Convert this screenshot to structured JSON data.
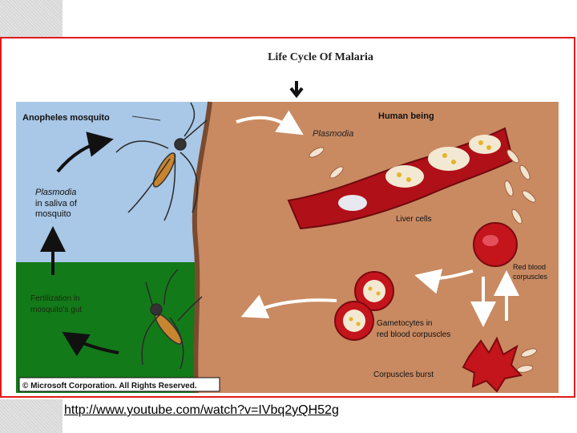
{
  "diagram": {
    "title": "Life Cycle Of Malaria",
    "labels": {
      "anopheles_mosquito": "Anopheles mosquito",
      "plasmodia_left_1": "Plasmodia",
      "plasmodia_left_2": "in saliva of",
      "plasmodia_left_3": "mosquito",
      "fertilization_1": "Fertilization in",
      "fertilization_2": "mosquito's gut",
      "plasmodia_top": "Plasmodia",
      "human_being": "Human being",
      "liver_cells": "Liver cells",
      "red_blood_1": "Red blood",
      "red_blood_2": "corpuscles",
      "gametocytes_1": "Gametocytes in",
      "gametocytes_2": "red blood corpuscles",
      "corpuscles_burst": "Corpuscles burst",
      "copyright": "© Microsoft Corporation. All Rights Reserved."
    },
    "colors": {
      "sky": "#a9c7e6",
      "grass": "#137a19",
      "skin": "#c98a62",
      "blood": "#c4141c",
      "frame": "#e01b1b"
    }
  },
  "footer": {
    "link_text": "http://www.youtube.com/watch?v=IVbq2yQH52g"
  }
}
